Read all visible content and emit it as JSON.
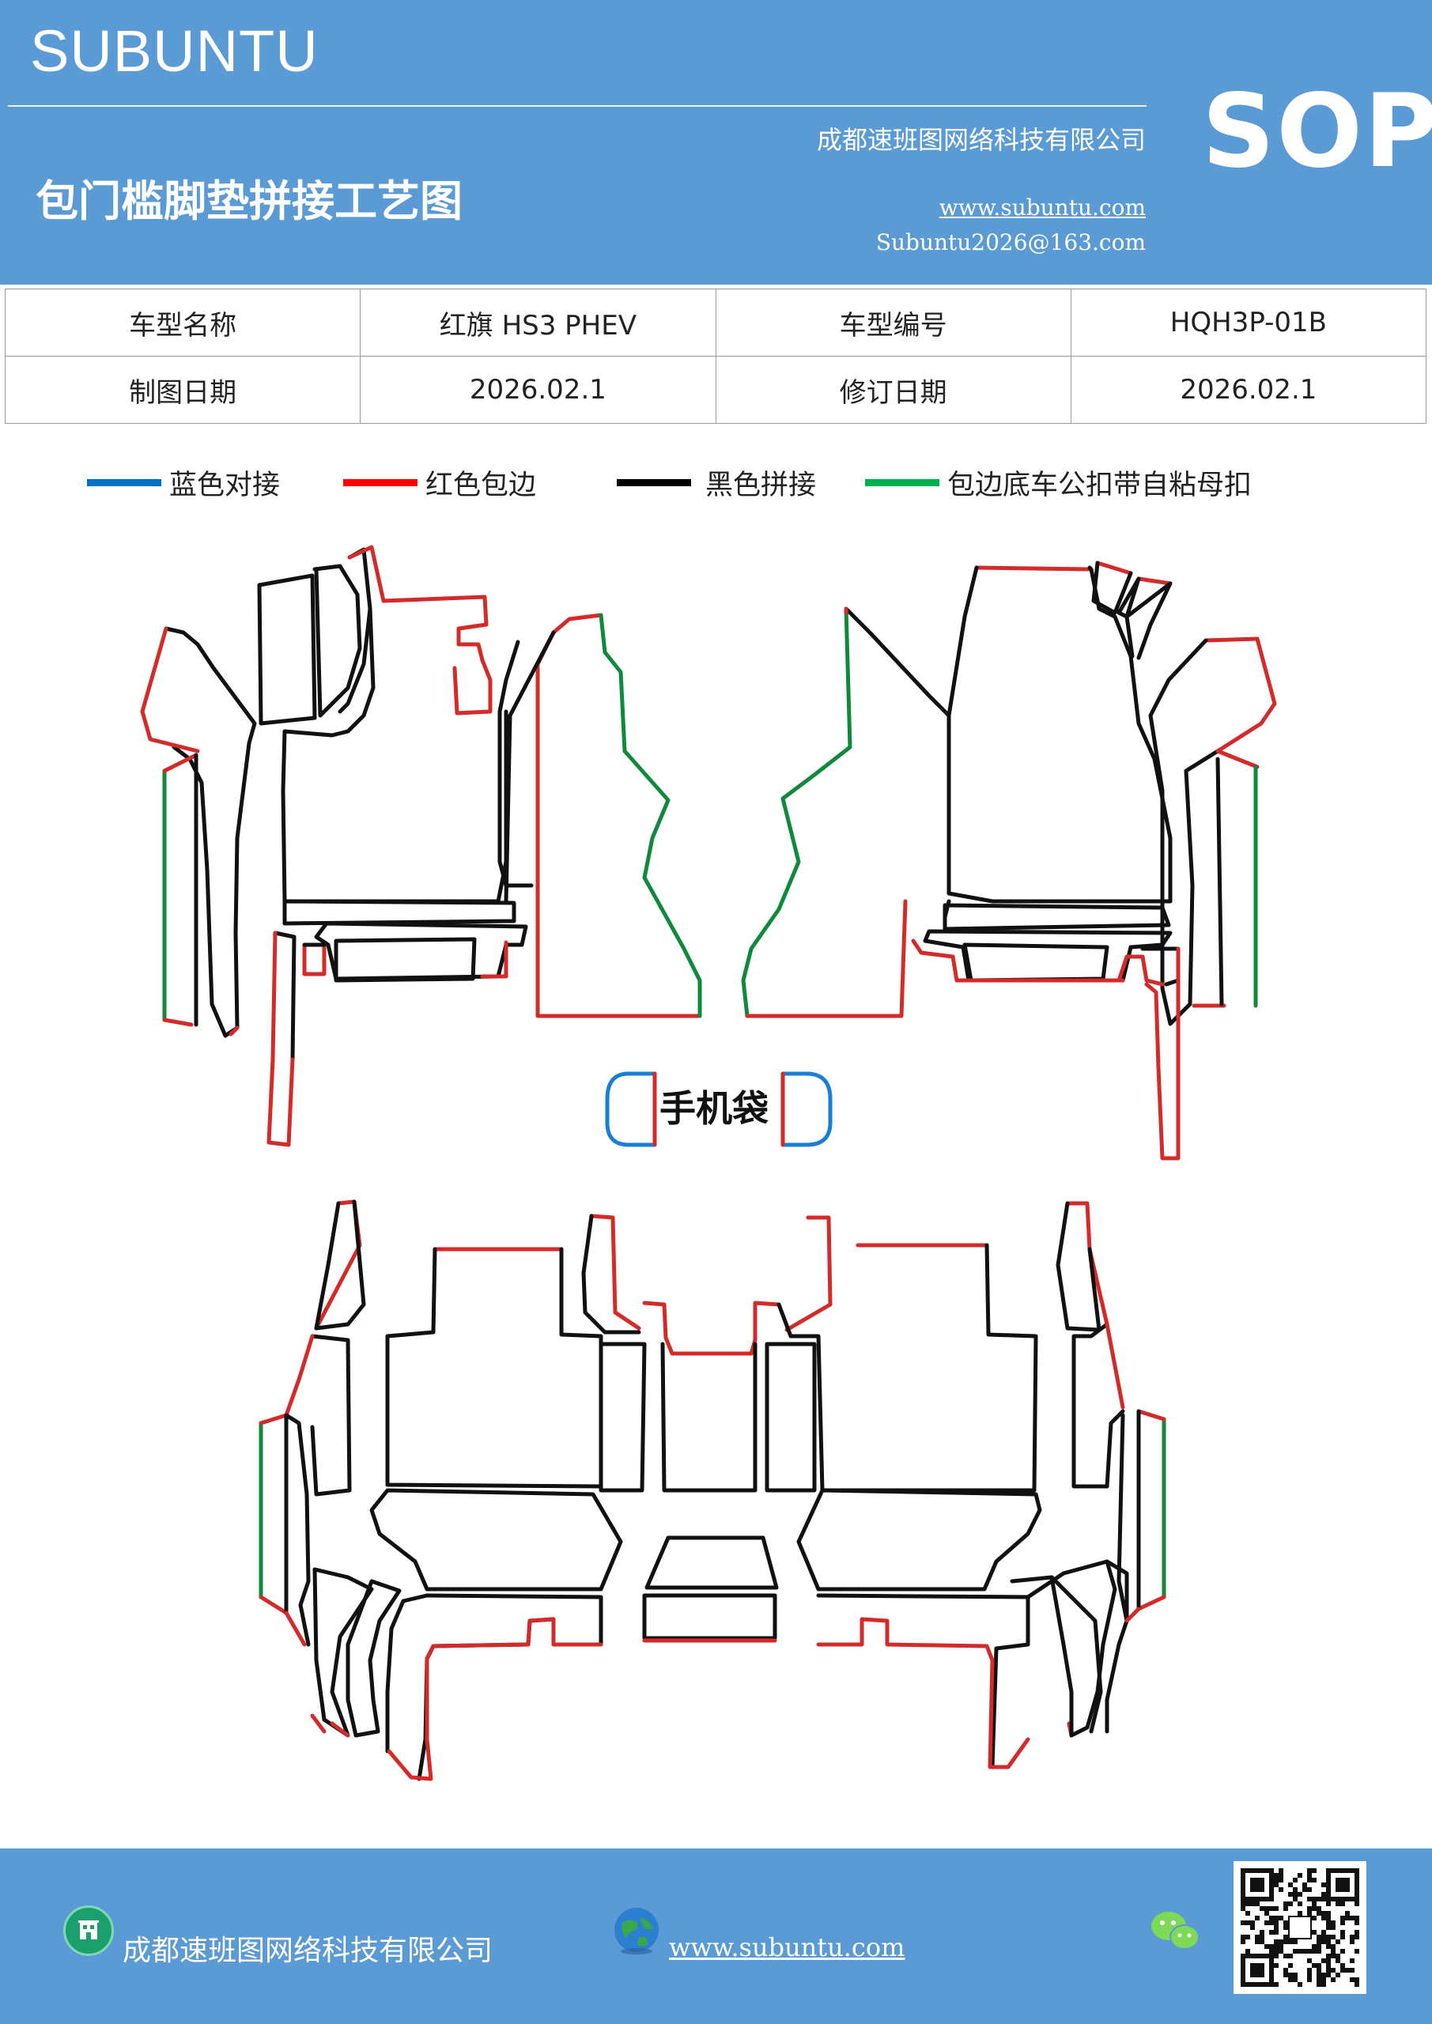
{
  "header": {
    "brand": "SUBUNTU",
    "title": "包门槛脚垫拼接工艺图",
    "company": "成都速班图网络科技有限公司",
    "website": "www.subuntu.com",
    "email": "Subuntu2026@163.com",
    "badge": "SOP"
  },
  "info_table": {
    "rows": [
      [
        "车型名称",
        "红旗 HS3  PHEV",
        "车型编号",
        "HQH3P-01B"
      ],
      [
        "制图日期",
        "2026.02.1",
        "修订日期",
        "2026.02.1"
      ]
    ]
  },
  "legend": [
    {
      "label": "蓝色对接",
      "color": "#0070c0"
    },
    {
      "label": "红色包边",
      "color": "#ff0000"
    },
    {
      "label": "黑色拼接",
      "color": "#000000"
    },
    {
      "label": "包边底车公扣带自粘母扣",
      "color": "#00b050"
    }
  ],
  "diagram": {
    "phone_pocket_label": "手机袋",
    "line_colors": {
      "blue": "#1a7fd4",
      "red": "#d42a2a",
      "black": "#111111",
      "green": "#0e8a3a"
    }
  },
  "footer": {
    "company": "成都速班图网络科技有限公司",
    "website": "www.subuntu.com",
    "company_icon": "building-icon",
    "website_icon": "globe-icon",
    "social_icon": "wechat-icon",
    "qr_icon": "qr-code-icon"
  }
}
